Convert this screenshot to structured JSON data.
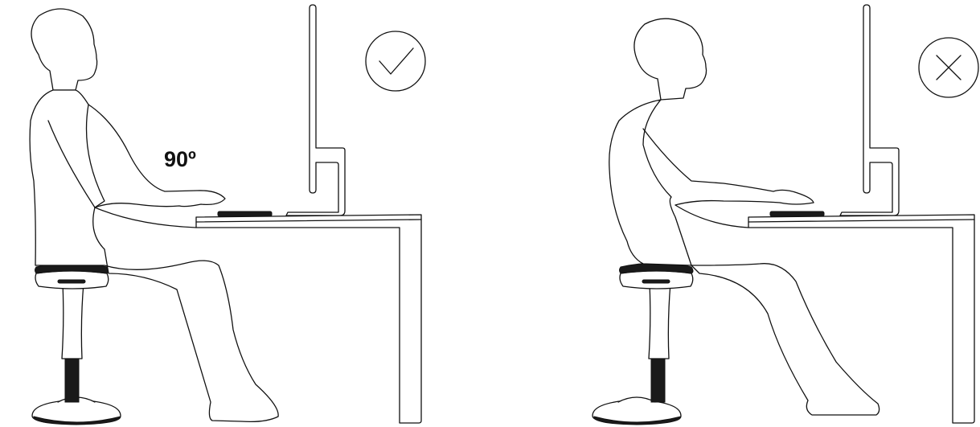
{
  "angle_label": "90º",
  "panels": [
    {
      "id": "correct",
      "indicator_icon": "check-icon",
      "posture": "upright"
    },
    {
      "id": "incorrect",
      "indicator_icon": "cross-icon",
      "posture": "slouched"
    }
  ],
  "colors": {
    "line": "#111111",
    "fill": "#ffffff",
    "dark": "#1a1a1a"
  }
}
